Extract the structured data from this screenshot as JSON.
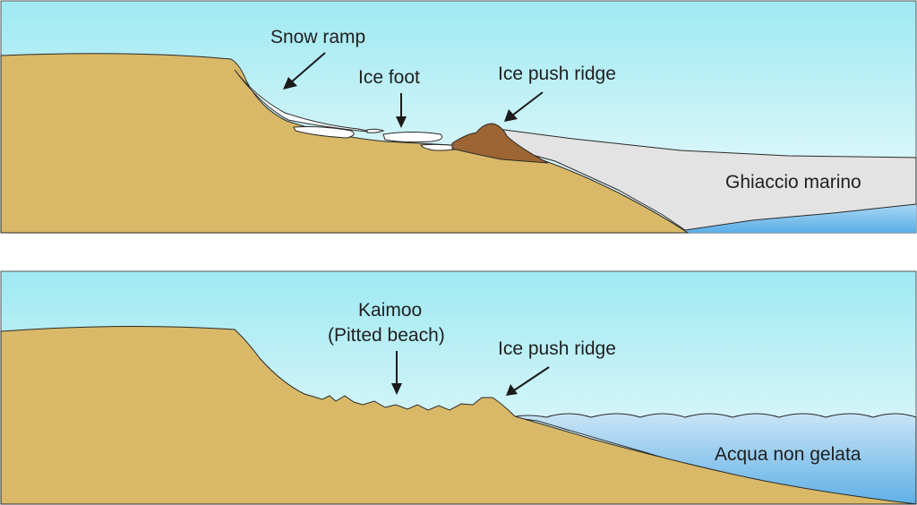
{
  "panels": {
    "top": {
      "labels": {
        "snow_ramp": "Snow ramp",
        "ice_foot": "Ice foot",
        "ice_push_ridge": "Ice push ridge",
        "sea_ice": "Ghiaccio marino"
      }
    },
    "bottom": {
      "labels": {
        "kaimoo": "Kaimoo",
        "pitted_beach": "(Pitted beach)",
        "ice_push_ridge": "Ice push ridge",
        "open_water": "Acqua non gelata"
      }
    }
  },
  "colors": {
    "sky_top": "#9fe9f2",
    "sky_bottom": "#f2fcfd",
    "sand": "#d9b968",
    "sediment_ridge": "#9c6533",
    "sea_ice": "#e3e3e3",
    "snow": "#ffffff",
    "water": "#8fc7ee",
    "outline": "#2a2a2a"
  }
}
